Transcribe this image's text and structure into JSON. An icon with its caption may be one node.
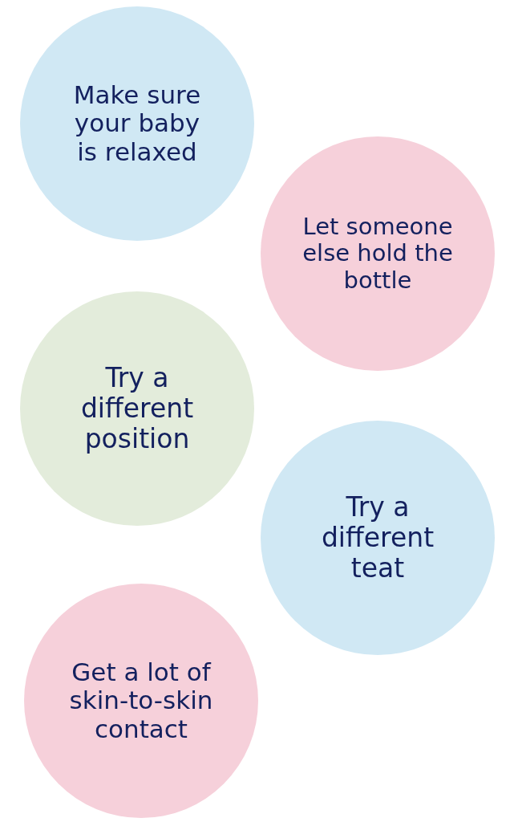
{
  "diagram": {
    "nodes": [
      {
        "text": [
          "Make sure your baby is relaxed"
        ]
      },
      {
        "text": [
          "Let someone else hold the bottle"
        ]
      },
      {
        "text": [
          "Try a different position"
        ]
      },
      {
        "text": [
          "Try a different teat"
        ]
      },
      {
        "text": [
          "Get a lot of skin-to-skin contact"
        ]
      }
    ]
  }
}
